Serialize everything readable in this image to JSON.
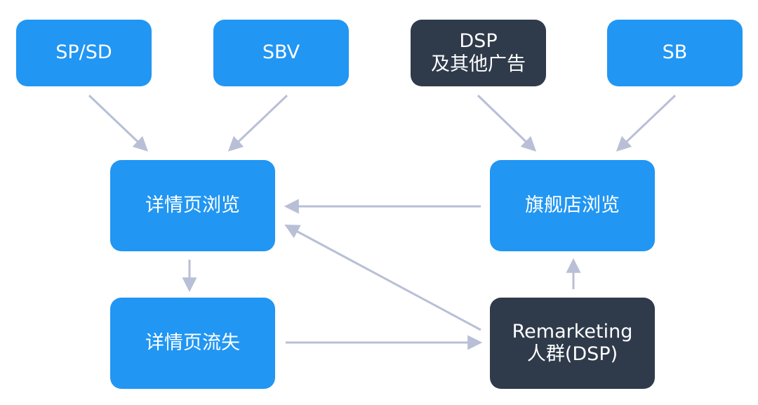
{
  "nodes": {
    "sp_sd": {
      "label": "SP/SD"
    },
    "sbv": {
      "label": "SBV"
    },
    "dsp_other": {
      "line1": "DSP",
      "line2": "及其他广告"
    },
    "sb": {
      "label": "SB"
    },
    "detail_browse": {
      "label": "详情页浏览"
    },
    "store_browse": {
      "label": "旗舰店浏览"
    },
    "detail_lost": {
      "label": "详情页流失"
    },
    "remarketing": {
      "line1": "Remarketing",
      "line2": "人群(DSP)"
    }
  },
  "edges": [
    {
      "from": "sp_sd",
      "to": "detail_browse"
    },
    {
      "from": "sbv",
      "to": "detail_browse"
    },
    {
      "from": "dsp_other",
      "to": "store_browse"
    },
    {
      "from": "sb",
      "to": "store_browse"
    },
    {
      "from": "store_browse",
      "to": "detail_browse"
    },
    {
      "from": "remarketing",
      "to": "detail_browse"
    },
    {
      "from": "detail_browse",
      "to": "detail_lost"
    },
    {
      "from": "detail_lost",
      "to": "remarketing"
    },
    {
      "from": "remarketing",
      "to": "store_browse"
    }
  ],
  "colors": {
    "node_blue": "#2196f3",
    "node_dark": "#2f3b4b",
    "arrow": "#b8bfd6"
  }
}
